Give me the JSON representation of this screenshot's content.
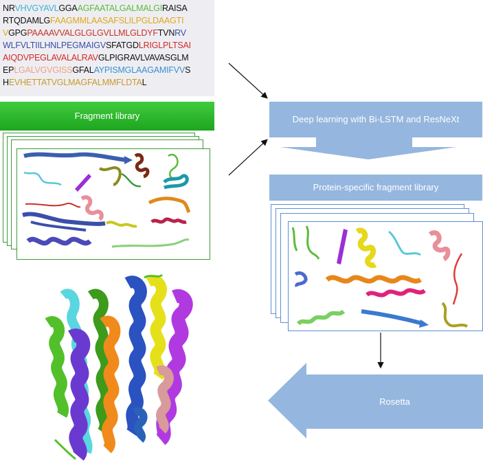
{
  "sequence": {
    "lines": [
      [
        {
          "t": "NR",
          "c": "#111111"
        },
        {
          "t": "VHVGYAVL",
          "c": "#3fb0d8"
        },
        {
          "t": "GGA",
          "c": "#111111"
        },
        {
          "t": "AGFAATALGALMALGI",
          "c": "#5cbb3a"
        },
        {
          "t": "RAISA",
          "c": "#111111"
        }
      ],
      [
        {
          "t": "RTQDAMLG",
          "c": "#111111"
        },
        {
          "t": "FAAGMMLAASAFSLILPGLDAAGTI",
          "c": "#e0a81c"
        }
      ],
      [
        {
          "t": "V",
          "c": "#e0a81c"
        },
        {
          "t": "GPG",
          "c": "#111111"
        },
        {
          "t": "PAAAAVVALGLGLGVLLMLGLDYF",
          "c": "#c8312a"
        },
        {
          "t": "TVN",
          "c": "#111111"
        },
        {
          "t": "RV",
          "c": "#3b4ea8"
        }
      ],
      [
        {
          "t": "WLFVLTIILHNLPEGMAIGV",
          "c": "#3b4ea8"
        },
        {
          "t": "SFATGD",
          "c": "#111111"
        },
        {
          "t": "LRIGLPLTSAI",
          "c": "#d12a2a"
        }
      ],
      [
        {
          "t": "AIQDVPEGLAVALALRAV",
          "c": "#d12a2a"
        },
        {
          "t": "GLPIGRAVLVAVASGLM",
          "c": "#111111"
        }
      ],
      [
        {
          "t": "EP",
          "c": "#111111"
        },
        {
          "t": "LGALVGVGISS",
          "c": "#f0a082"
        },
        {
          "t": "GFAL",
          "c": "#111111"
        },
        {
          "t": "AYPISMGLAAGAMIFVV",
          "c": "#3a8fd0"
        },
        {
          "t": "S",
          "c": "#111111"
        }
      ],
      [
        {
          "t": "H",
          "c": "#111111"
        },
        {
          "t": "EVHETTATVGLMAGFALMMFLDTA",
          "c": "#c89a2a"
        },
        {
          "t": "L",
          "c": "#111111"
        }
      ]
    ]
  },
  "fragment_library": {
    "label": "Fragment library"
  },
  "deep_learning": {
    "label": "Deep learning with Bi-LSTM and ResNeXt"
  },
  "specific_library": {
    "label": "Protein-specific fragment library"
  },
  "rosetta": {
    "label": "Rosetta"
  },
  "colors": {
    "green_header": "#2db82d",
    "blue_box": "#95b6de",
    "green_border": "#3a9a3a",
    "blue_border": "#5b8fd0"
  },
  "icons": [
    "arrow-right-down",
    "arrow-right-up",
    "arrow-down",
    "arrow-left-big",
    "protein-fragment",
    "protein-structure"
  ]
}
